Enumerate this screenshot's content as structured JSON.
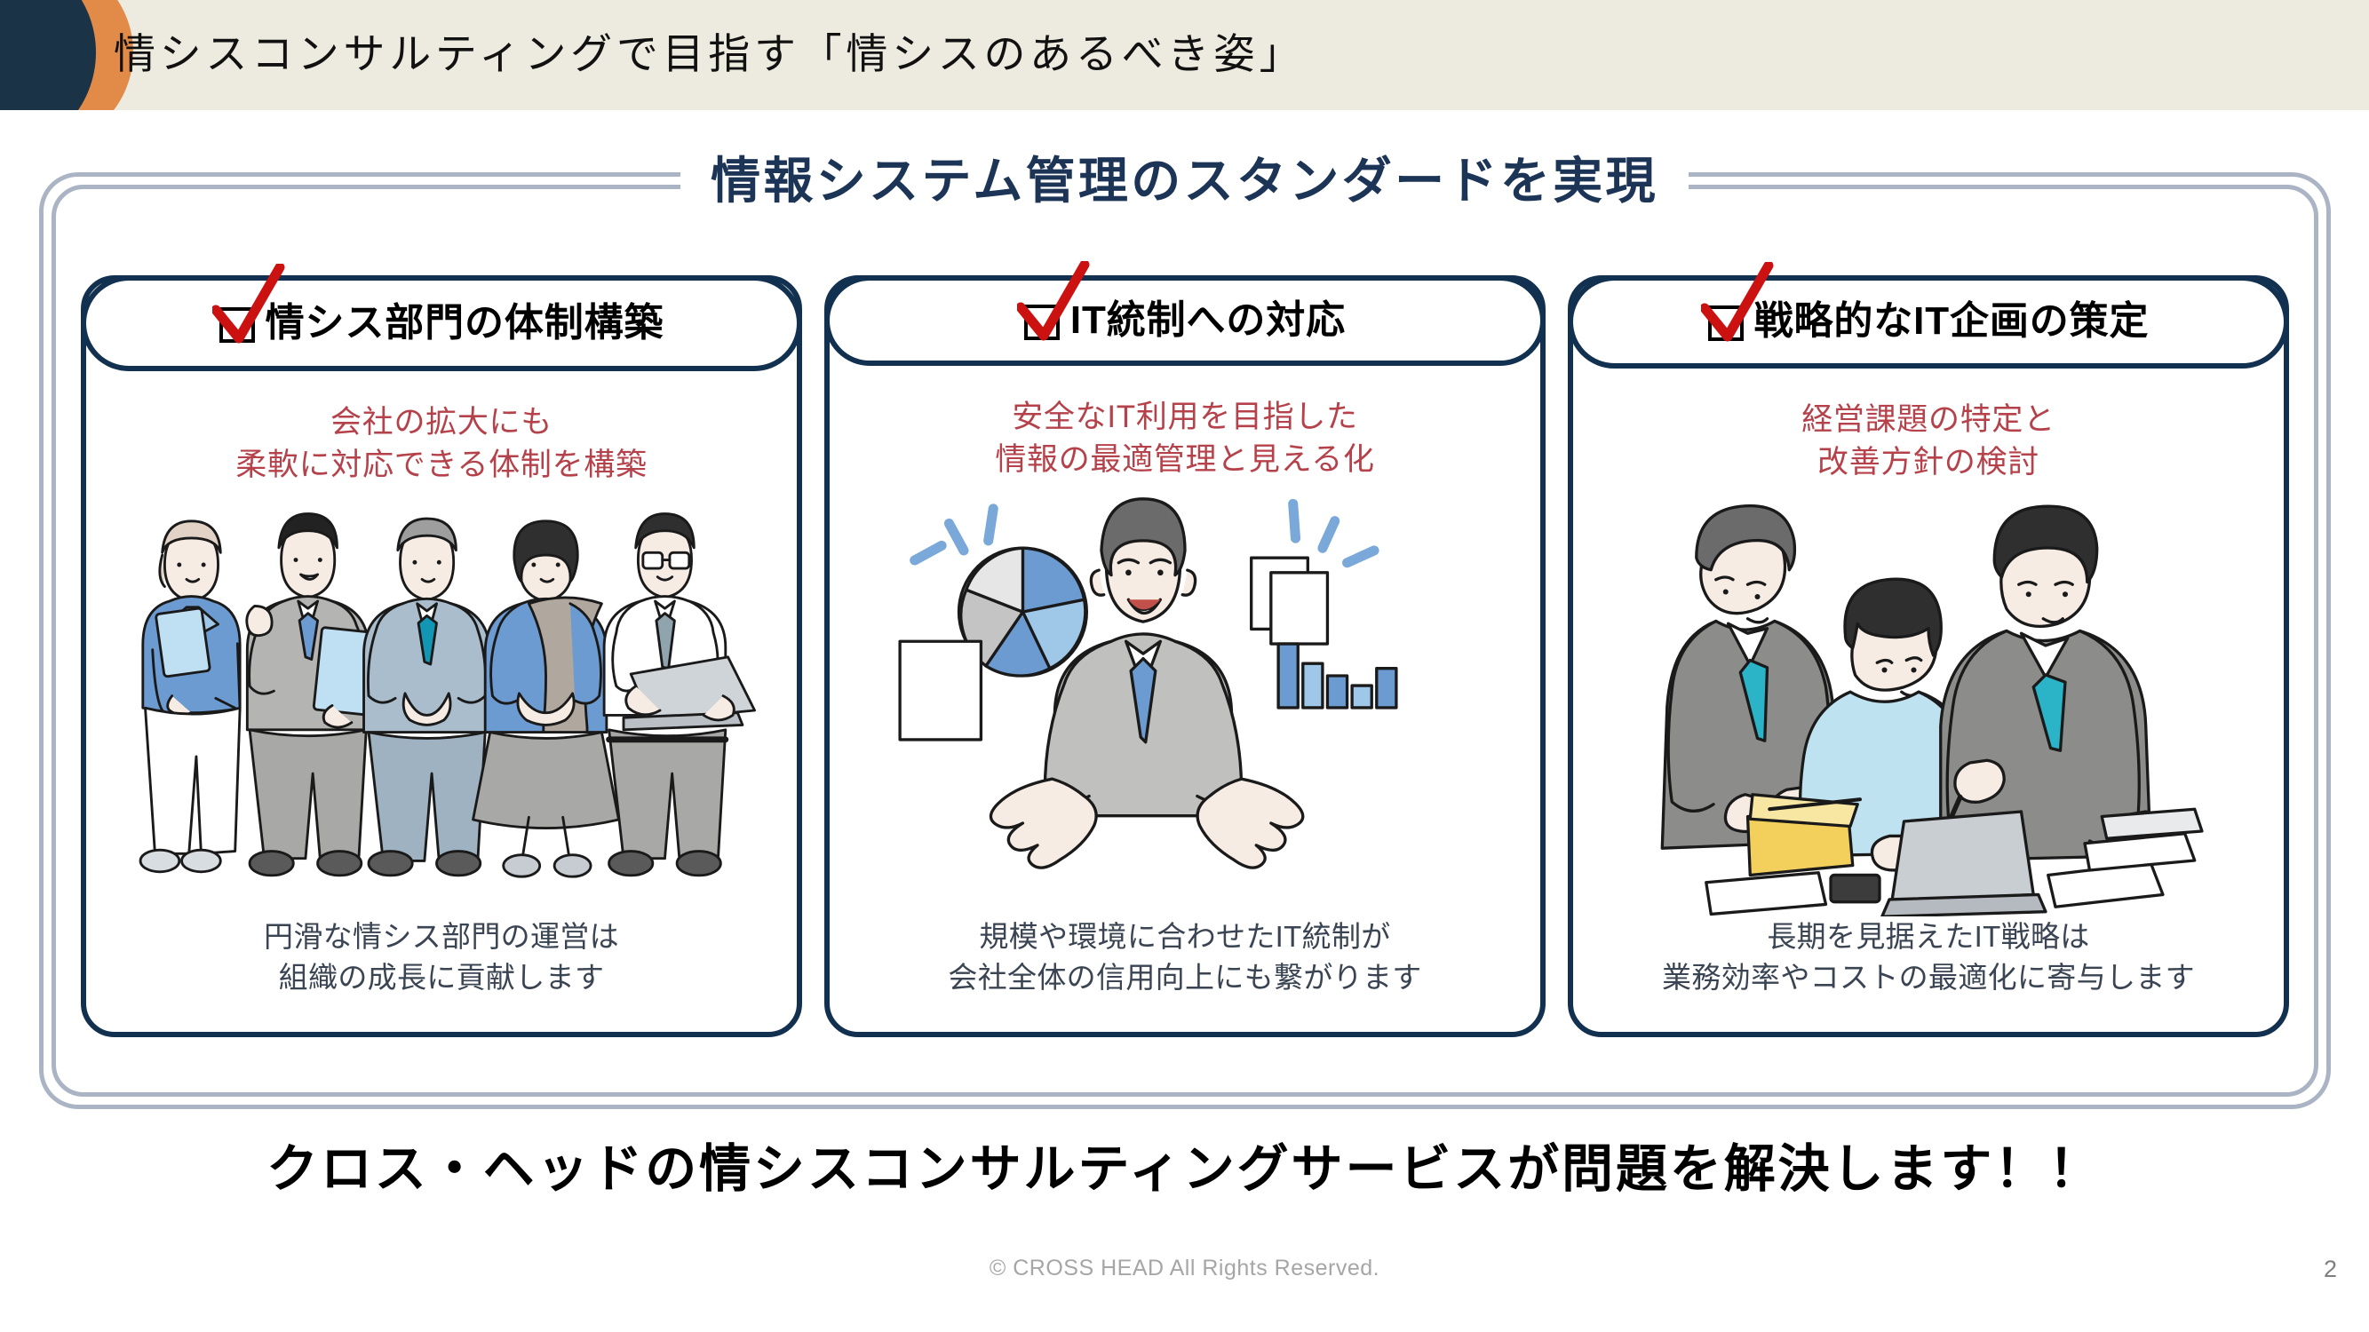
{
  "header": {
    "title": "情シスコンサルティングで目指す「情シスのあるべき姿」",
    "band_color": "#edebdf",
    "circle_navy_color": "#1b3347",
    "circle_orange_color": "#e28b48"
  },
  "main": {
    "title": "情報システム管理のスタンダードを実現",
    "title_color": "#1c3557",
    "frame_border_color": "#aab4c4"
  },
  "cards": [
    {
      "head_title": "情シス部門の体制構築",
      "checkbox_icon": "checkbox-unchecked-icon",
      "check_icon": "red-checkmark-icon",
      "red_lines": [
        "会社の拡大にも",
        "柔軟に対応できる体制を構築"
      ],
      "red_color": "#b5424a",
      "illustration": "five-business-people-standing-illustration",
      "note_lines": [
        "円滑な情シス部門の運営は",
        "組織の成長に貢献します"
      ]
    },
    {
      "head_title": "IT統制への対応",
      "checkbox_icon": "checkbox-unchecked-icon",
      "check_icon": "red-checkmark-icon",
      "red_lines": [
        "安全なIT利用を目指した",
        "情報の最適管理と見える化"
      ],
      "red_color": "#b5424a",
      "illustration": "businessman-with-charts-and-documents-illustration",
      "note_lines": [
        "規模や環境に合わせたIT統制が",
        "会社全体の信用向上にも繋がります"
      ]
    },
    {
      "head_title": "戦略的なIT企画の策定",
      "checkbox_icon": "checkbox-unchecked-icon",
      "check_icon": "red-checkmark-icon",
      "red_lines": [
        "経営課題の特定と",
        "改善方針の検討"
      ],
      "red_color": "#b5424a",
      "illustration": "three-people-meeting-at-desk-illustration",
      "note_lines": [
        "長期を見据えたIT戦略は",
        "業務効率やコストの最適化に寄与します"
      ]
    }
  ],
  "bottom_banner": {
    "text": "クロス・ヘッドの情シスコンサルティングサービスが問題を解決します！！"
  },
  "footer": {
    "copyright": "© CROSS HEAD All Rights Reserved.",
    "page_number": "2"
  }
}
